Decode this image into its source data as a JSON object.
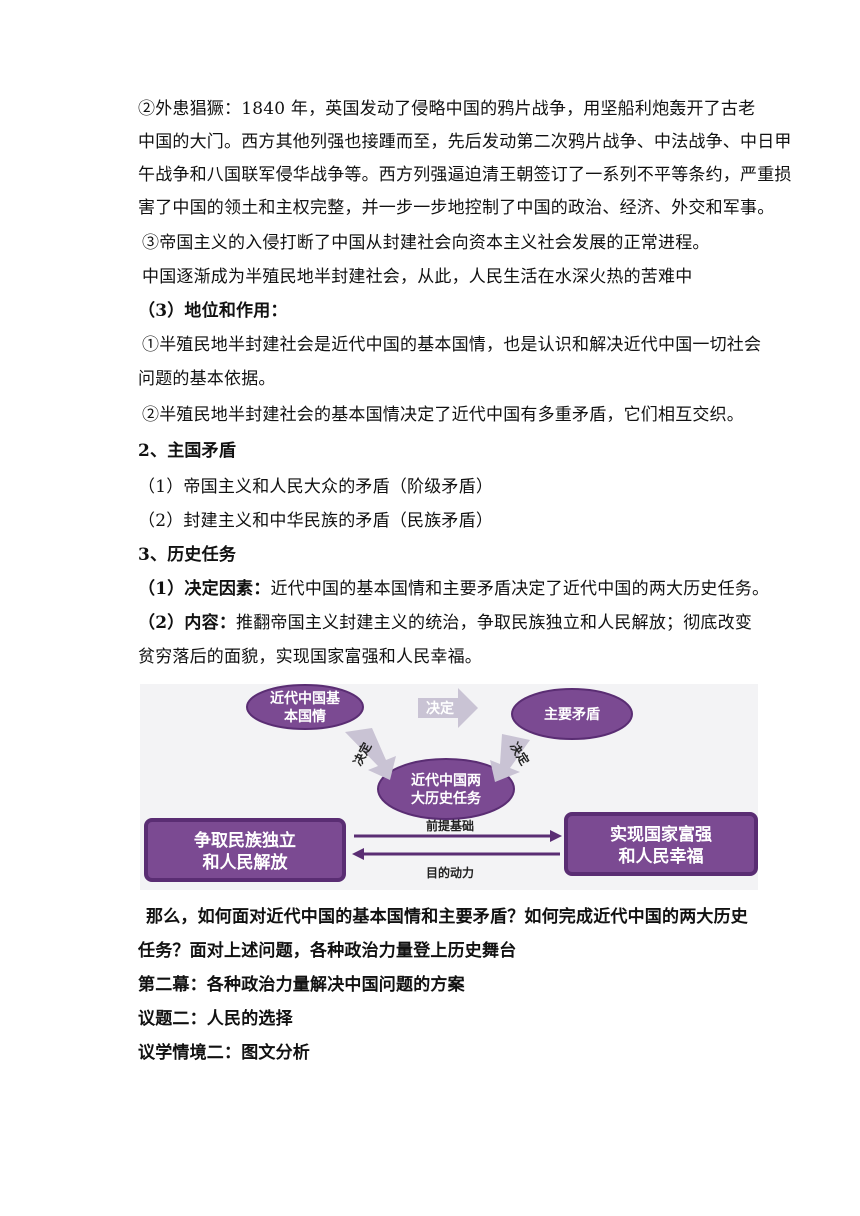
{
  "paragraphs": {
    "p1a": "②外患猖獗：1840 年，英国发动了侵略中国的鸦片战争，用坚船利炮轰开了古老",
    "p1b": "中国的大门。西方其他列强也接踵而至，先后发动第二次鸦片战争、中法战争、中日甲",
    "p1c": "午战争和八国联军侵华战争等。西方列强逼迫清王朝签订了一系列不平等条约，严重损",
    "p1d": "害了中国的领土和主权完整，并一步一步地控制了中国的政治、经济、外交和军事。",
    "p2": "③帝国主义的入侵打断了中国从封建社会向资本主义社会发展的正常进程。",
    "p3": "中国逐渐成为半殖民地半封建社会，从此，人民生活在水深火热的苦难中",
    "h3": "（3）地位和作用：",
    "p4a": "①半殖民地半封建社会是近代中国的基本国情，也是认识和解决近代中国一切社会",
    "p4b": "问题的基本依据。",
    "p5": "②半殖民地半封建社会的基本国情决定了近代中国有多重矛盾，它们相互交织。",
    "h_main": "2、主国矛盾",
    "c1": "（1）帝国主义和人民大众的矛盾（阶级矛盾）",
    "c2": "（2）封建主义和中华民族的矛盾（民族矛盾）",
    "h_task": "3、历史任务",
    "t1_label": "（1）决定因素：",
    "t1_text": "近代中国的基本国情和主要矛盾决定了近代中国的两大历史任务。",
    "t2_label": "（2）内容：",
    "t2_text": "推翻帝国主义封建主义的统治，争取民族独立和人民解放；彻底改变",
    "t2b": "贫穷落后的面貌，实现国家富强和人民幸福。",
    "q1": "那么，如何面对近代中国的基本国情和主要矛盾？如何完成近代中国的两大历史",
    "q2": "任务？面对上述问题，各种政治力量登上历史舞台",
    "act2": "第二幕：各种政治力量解决中国问题的方案",
    "topic2": "议题二：人民的选择",
    "scene2": "议学情境二：图文分析"
  },
  "diagram": {
    "node_guoqing_1": "近代中国基",
    "node_guoqing_2": "本国情",
    "arrow_decide": "决定",
    "node_maodun": "主要矛盾",
    "arrow_left_decide": "决定",
    "arrow_right_decide": "决定",
    "node_tasks_1": "近代中国两",
    "node_tasks_2": "大历史任务",
    "box_left_1": "争取民族独立",
    "box_left_2": "和人民解放",
    "box_right_1": "实现国家富强",
    "box_right_2": "和人民幸福",
    "link_top": "前提基础",
    "link_bottom": "目的动力",
    "colors": {
      "purple": "#7b4a92",
      "purple_light": "#a683bb",
      "border": "#5a2d73",
      "arrow": "#c9c3d4"
    }
  }
}
